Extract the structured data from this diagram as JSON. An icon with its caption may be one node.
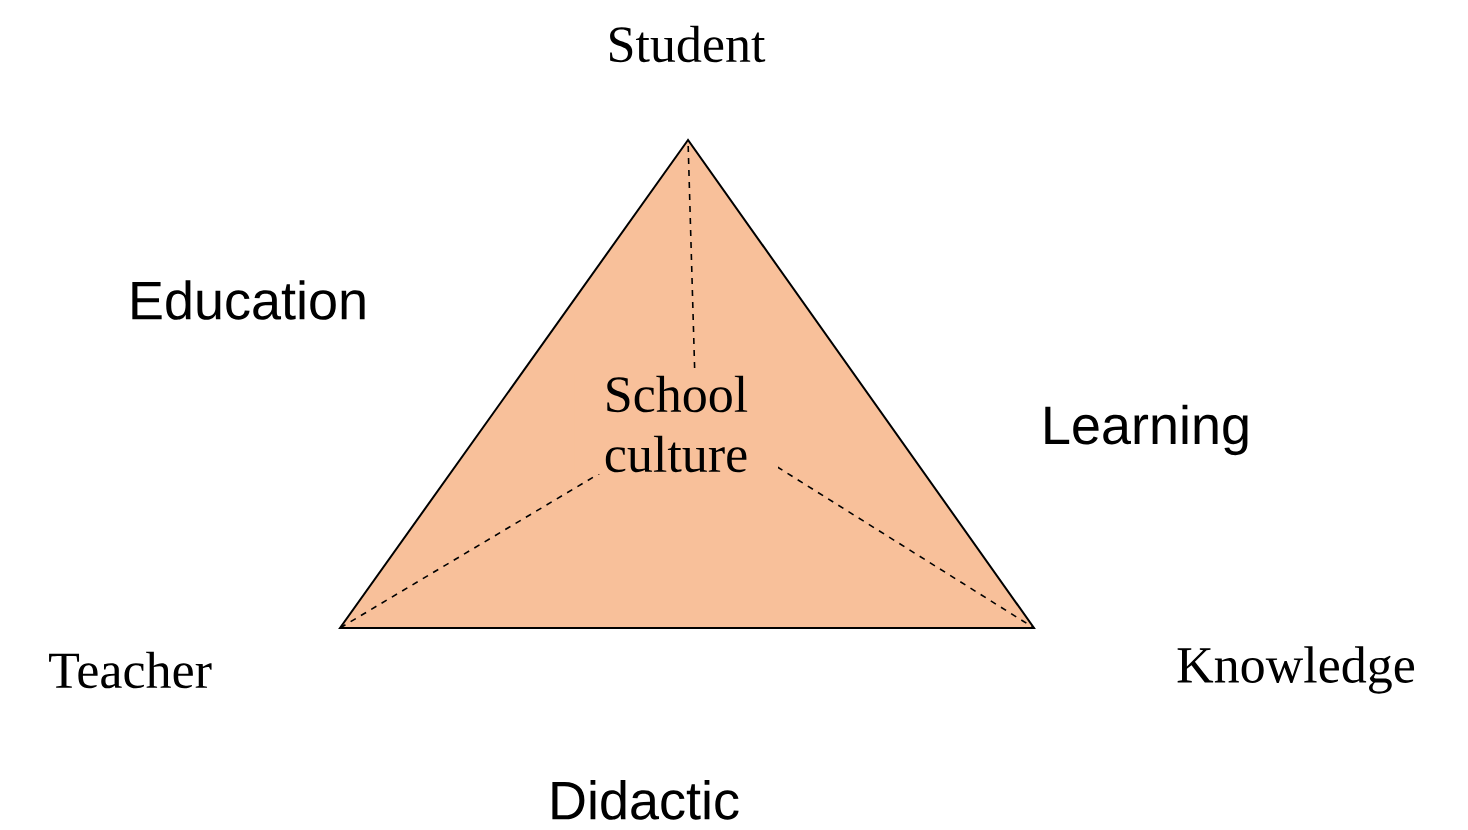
{
  "diagram": {
    "nodes": [
      {
        "text": [
          "School culture"
        ]
      }
    ],
    "labels": [
      "Student",
      "Education",
      "Learning",
      "Teacher",
      "Knowledge",
      "Didactic"
    ]
  }
}
